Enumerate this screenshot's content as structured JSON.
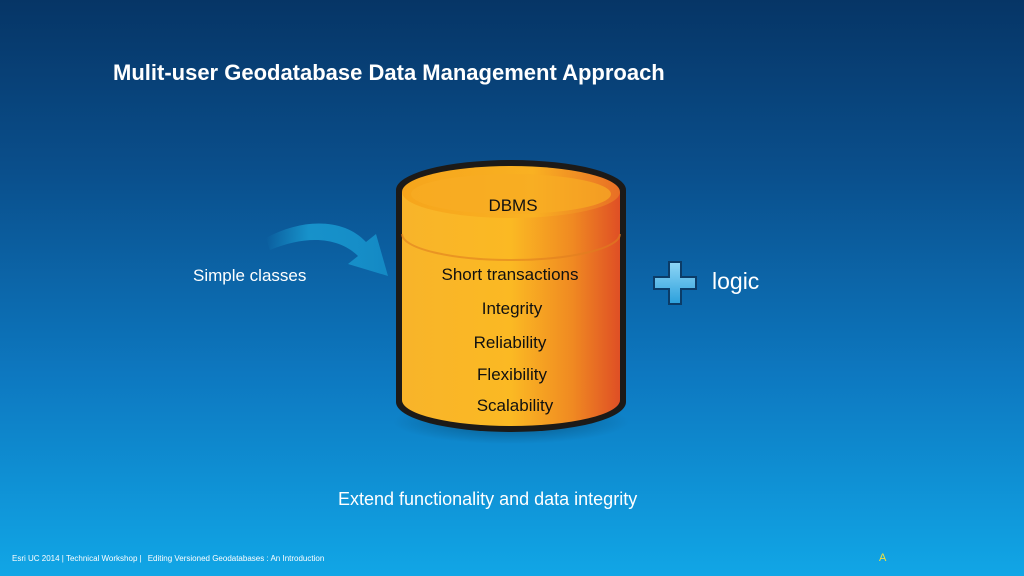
{
  "title": "Mulit-user Geodatabase Data Management Approach",
  "left_label": "Simple classes",
  "cylinder": {
    "header": "DBMS",
    "items": [
      "Short transactions",
      "Integrity",
      "Reliability",
      "Flexibility",
      "Scalability"
    ]
  },
  "plus_label": "logic",
  "caption": "Extend functionality and data integrity",
  "footer": {
    "part1": "Esri UC 2014 | Technical Workshop |",
    "part2": "Editing Versioned Geodatabases : An Introduction",
    "mark": "A"
  },
  "colors": {
    "cylinder_body": "#f7a41f",
    "cylinder_edge": "#e0552a",
    "arrow": "#1aa6d8",
    "plus": "#4fb6e6"
  }
}
